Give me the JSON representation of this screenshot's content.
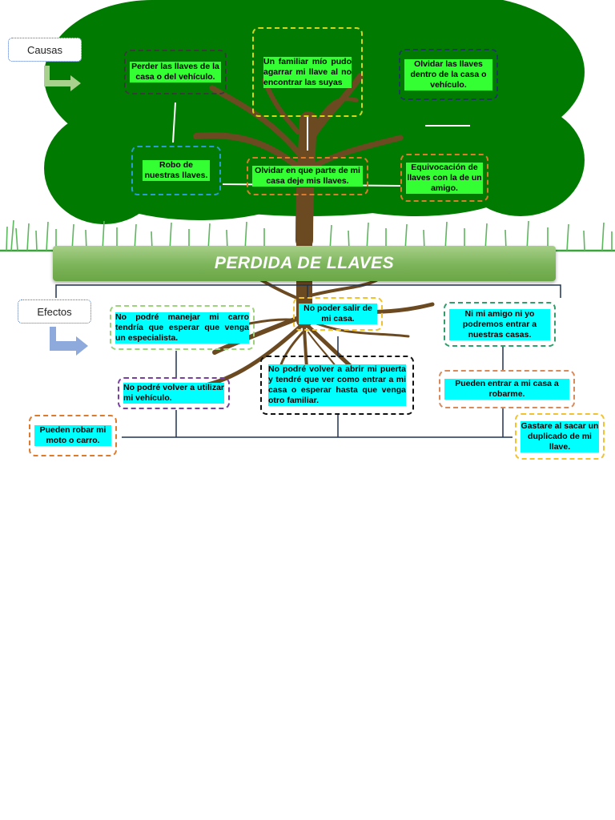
{
  "title": "PERDIDA DE LLAVES",
  "labels": {
    "causes": "Causas",
    "effects": "Efectos"
  },
  "causes": [
    "Perder las llaves de la casa o del vehículo.",
    "Un familiar mío pudo agarrar mi llave al no encontrar las suyas",
    "Olvidar las llaves dentro de la casa o vehículo.",
    "Robo de nuestras llaves.",
    "Olvidar en que parte de mi casa deje mis llaves.",
    "Equivocación de llaves con la de un amigo."
  ],
  "effects": [
    "No podré manejar mi carro tendría que esperar que venga un especialista.",
    "No poder salir de mi casa.",
    "Ni mi amigo ni yo podremos entrar a nuestras casas.",
    "No podré volver a utilizar mi vehículo.",
    "No podré volver a abrir mi puerta y tendré que ver como entrar a mi casa o esperar hasta que venga otro familiar.",
    "Pueden entrar a mi casa a robarme.",
    "Pueden robar mi moto o carro.",
    "Gastare al sacar un duplicado de mi llave."
  ],
  "colors": {
    "canopy": "#007a00",
    "trunk": "#6b4a22",
    "cause_highlight": "#33ff33",
    "effect_highlight": "#00ffff",
    "banner": "#7cb45a",
    "arrow": "#a9d18e",
    "arrow_effects": "#8ea9db"
  }
}
